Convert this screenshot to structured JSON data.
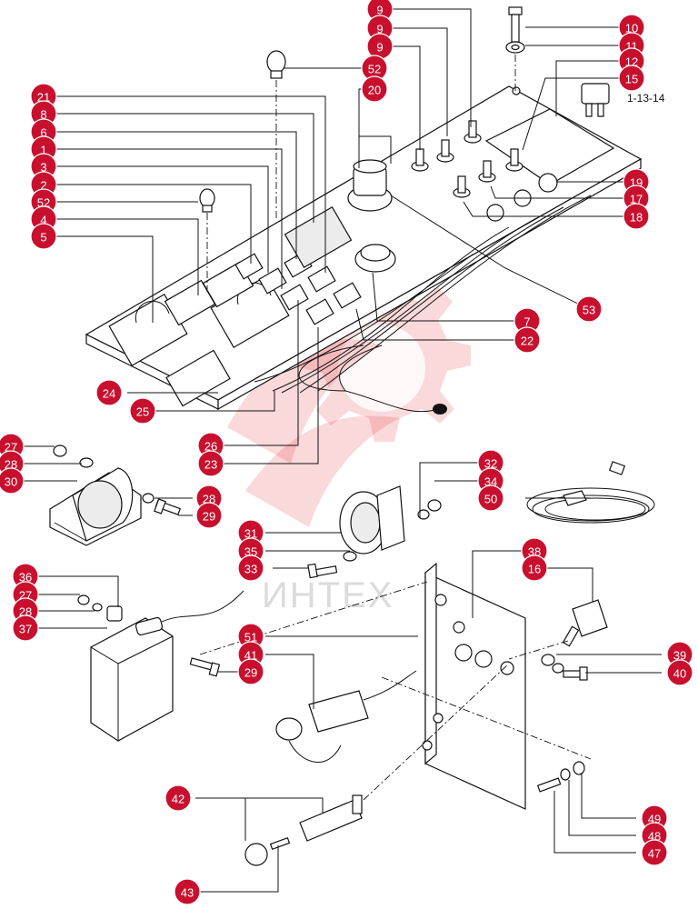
{
  "watermark_text": "ИНТЕХ",
  "fuse_label": "1-13-14",
  "callouts": [
    {
      "id": "9a",
      "label": "9"
    },
    {
      "id": "9b",
      "label": "9"
    },
    {
      "id": "9c",
      "label": "9"
    },
    {
      "id": "10",
      "label": "10"
    },
    {
      "id": "11",
      "label": "11"
    },
    {
      "id": "12",
      "label": "12"
    },
    {
      "id": "15",
      "label": "15"
    },
    {
      "id": "52a",
      "label": "52"
    },
    {
      "id": "20",
      "label": "20"
    },
    {
      "id": "21",
      "label": "21"
    },
    {
      "id": "8",
      "label": "8"
    },
    {
      "id": "6",
      "label": "6"
    },
    {
      "id": "1",
      "label": "1"
    },
    {
      "id": "3",
      "label": "3"
    },
    {
      "id": "2",
      "label": "2"
    },
    {
      "id": "52b",
      "label": "52"
    },
    {
      "id": "4",
      "label": "4"
    },
    {
      "id": "5",
      "label": "5"
    },
    {
      "id": "19",
      "label": "19"
    },
    {
      "id": "17",
      "label": "17"
    },
    {
      "id": "18",
      "label": "18"
    },
    {
      "id": "53",
      "label": "53"
    },
    {
      "id": "7",
      "label": "7"
    },
    {
      "id": "22",
      "label": "22"
    },
    {
      "id": "24",
      "label": "24"
    },
    {
      "id": "25",
      "label": "25"
    },
    {
      "id": "26",
      "label": "26"
    },
    {
      "id": "23",
      "label": "23"
    },
    {
      "id": "27a",
      "label": "27"
    },
    {
      "id": "28a",
      "label": "28"
    },
    {
      "id": "30",
      "label": "30"
    },
    {
      "id": "28b",
      "label": "28"
    },
    {
      "id": "29a",
      "label": "29"
    },
    {
      "id": "32",
      "label": "32"
    },
    {
      "id": "34",
      "label": "34"
    },
    {
      "id": "50",
      "label": "50"
    },
    {
      "id": "31",
      "label": "31"
    },
    {
      "id": "35",
      "label": "35"
    },
    {
      "id": "33",
      "label": "33"
    },
    {
      "id": "38",
      "label": "38"
    },
    {
      "id": "16",
      "label": "16"
    },
    {
      "id": "36",
      "label": "36"
    },
    {
      "id": "27b",
      "label": "27"
    },
    {
      "id": "28c",
      "label": "28"
    },
    {
      "id": "37",
      "label": "37"
    },
    {
      "id": "51",
      "label": "51"
    },
    {
      "id": "41",
      "label": "41"
    },
    {
      "id": "29b",
      "label": "29"
    },
    {
      "id": "39",
      "label": "39"
    },
    {
      "id": "40",
      "label": "40"
    },
    {
      "id": "42",
      "label": "42"
    },
    {
      "id": "49",
      "label": "49"
    },
    {
      "id": "48",
      "label": "48"
    },
    {
      "id": "47",
      "label": "47"
    },
    {
      "id": "43",
      "label": "43"
    }
  ]
}
